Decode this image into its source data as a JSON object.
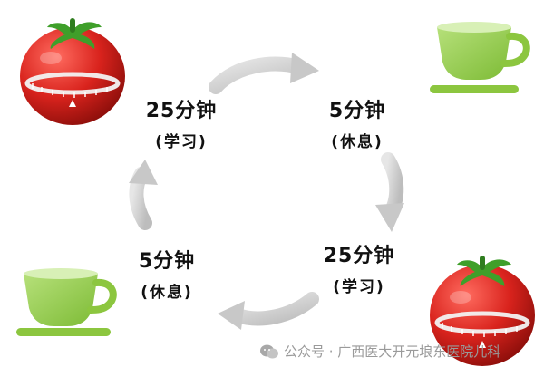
{
  "steps": [
    {
      "duration": "25分钟",
      "activity": "(学习)"
    },
    {
      "duration": "5分钟",
      "activity": "(休息)"
    },
    {
      "duration": "25分钟",
      "activity": "(学习)"
    },
    {
      "duration": "5分钟",
      "activity": "(休息)"
    }
  ],
  "watermark": {
    "text": "公众号 · 广西医大开元埌东医院儿科"
  },
  "icons": [
    "tomato-timer-icon",
    "coffee-cup-icon",
    "tomato-timer-icon",
    "coffee-cup-icon",
    "wechat-icon"
  ],
  "colors": {
    "tomato": "#d9231d",
    "leaf": "#3f9f2a",
    "cup": "#8cc63f",
    "arrow": "#cfcfcf"
  }
}
